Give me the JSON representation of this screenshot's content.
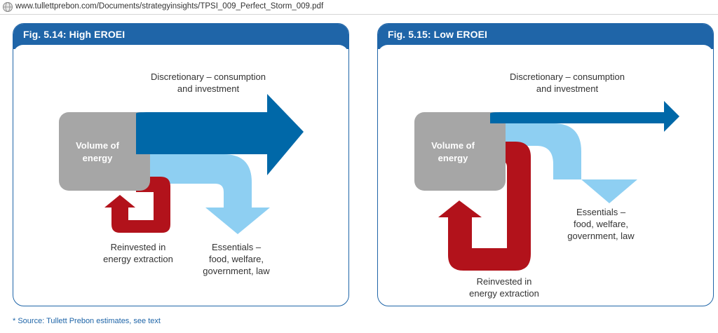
{
  "address_bar": {
    "url": "www.tullettprebon.com/Documents/strategyinsights/TPSI_009_Perfect_Storm_009.pdf",
    "icon": "globe-icon"
  },
  "colors": {
    "header_blue": "#1f65a8",
    "discretionary_blue": "#0068a8",
    "essentials_light_blue": "#8ecff2",
    "reinvested_red": "#b2121b",
    "volume_gray": "#a6a6a6"
  },
  "figures": [
    {
      "title": "Fig. 5.14: High EROEI",
      "volume_label": [
        "Volume of",
        "energy"
      ],
      "discretionary_label": [
        "Discretionary – consumption",
        "and investment"
      ],
      "essentials_label": [
        "Essentials –",
        "food, welfare,",
        "government, law"
      ],
      "reinvested_label": [
        "Reinvested in",
        "energy extraction"
      ]
    },
    {
      "title": "Fig. 5.15: Low EROEI",
      "volume_label": [
        "Volume of",
        "energy"
      ],
      "discretionary_label": [
        "Discretionary – consumption",
        "and investment"
      ],
      "essentials_label": [
        "Essentials –",
        "food, welfare,",
        "government, law"
      ],
      "reinvested_label": [
        "Reinvested in",
        "energy extraction"
      ]
    }
  ],
  "footnote": "* Source: Tullett Prebon estimates, see text"
}
